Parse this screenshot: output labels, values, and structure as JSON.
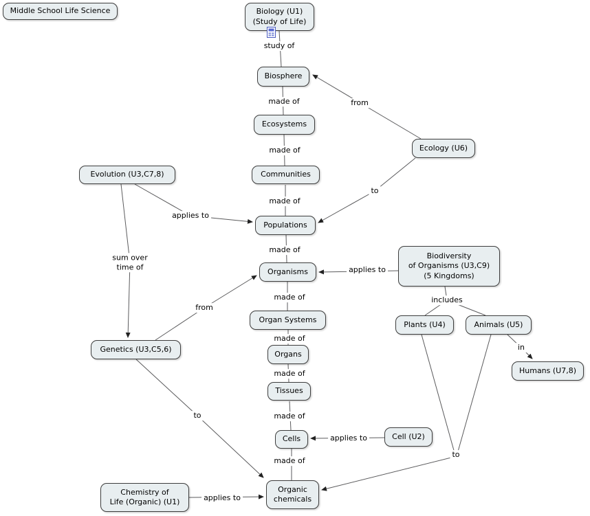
{
  "title": "Middle School Life Science",
  "colors": {
    "canvas_bg": "#ffffff",
    "node_fill": "#e8eef0",
    "node_border": "#3c3c3c",
    "line": "#5a5a5c",
    "arrow": "#222222",
    "text": "#000000"
  },
  "icons": {
    "biology_resource": "cmap-resource-icon"
  },
  "nodes": {
    "root": "Middle School Life Science",
    "biology": "Biology (U1)\n(Study of Life)",
    "biosphere": "Biosphere",
    "ecosystems": "Ecosystems",
    "communities": "Communities",
    "ecology": "Ecology (U6)",
    "evolution": "Evolution (U3,C7,8)",
    "populations": "Populations",
    "organisms": "Organisms",
    "biodiversity": "Biodiversity\nof Organisms (U3,C9)\n(5 Kingdoms)",
    "organ_systems": "Organ Systems",
    "plants": "Plants (U4)",
    "animals": "Animals (U5)",
    "genetics": "Genetics (U3,C5,6)",
    "organs": "Organs",
    "humans": "Humans (U7,8)",
    "tissues": "Tissues",
    "cells": "Cells",
    "cell_u2": "Cell (U2)",
    "organic_chemicals": "Organic\nchemicals",
    "chemistry": "Chemistry of\nLife (Organic) (U1)"
  },
  "labels": {
    "study_of": "study of",
    "made_of": "made of",
    "from": "from",
    "to": "to",
    "applies_to": "applies to",
    "sum_over_time": "sum over\ntime of",
    "includes": "includes",
    "in": "in"
  }
}
